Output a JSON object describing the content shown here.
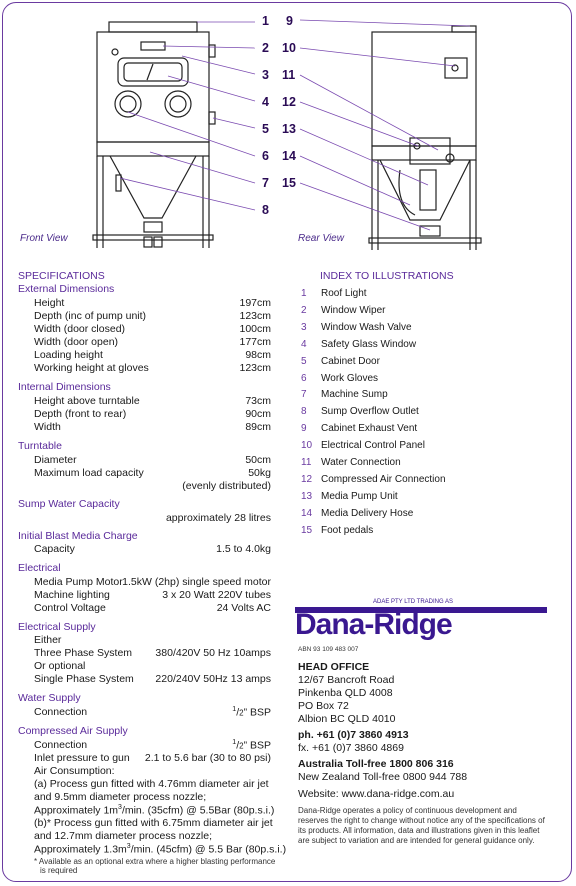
{
  "views": {
    "front": "Front View",
    "rear": "Rear View"
  },
  "front_labels": [
    "1",
    "2",
    "3",
    "4",
    "5",
    "6",
    "7",
    "8"
  ],
  "rear_labels": [
    "9",
    "10",
    "11",
    "12",
    "13",
    "14",
    "15"
  ],
  "specs": {
    "heading": "SPECIFICATIONS",
    "external": {
      "title": "External Dimensions",
      "rows": [
        {
          "k": "Height",
          "v": "197cm"
        },
        {
          "k": "Depth (inc of pump unit)",
          "v": "123cm"
        },
        {
          "k": "Width (door closed)",
          "v": "100cm"
        },
        {
          "k": "Width (door open)",
          "v": "177cm"
        },
        {
          "k": "Loading height",
          "v": "98cm"
        },
        {
          "k": "Working height at gloves",
          "v": "123cm"
        }
      ]
    },
    "internal": {
      "title": "Internal Dimensions",
      "rows": [
        {
          "k": "Height above turntable",
          "v": "73cm"
        },
        {
          "k": "Depth (front to rear)",
          "v": "90cm"
        },
        {
          "k": "Width",
          "v": "89cm"
        }
      ]
    },
    "turntable": {
      "title": "Turntable",
      "rows": [
        {
          "k": "Diameter",
          "v": "50cm"
        },
        {
          "k": "Maximum load capacity",
          "v": "50kg"
        }
      ],
      "note": "(evenly distributed)"
    },
    "sump": {
      "title": "Sump Water Capacity",
      "value": "approximately 28 litres"
    },
    "media": {
      "title": "Initial Blast Media Charge",
      "k": "Capacity",
      "v": "1.5 to 4.0kg"
    },
    "electrical": {
      "title": "Electrical",
      "rows": [
        {
          "k": "Media Pump Motor",
          "v": "1.5kW (2hp) single speed motor"
        },
        {
          "k": "Machine lighting",
          "v": "3 x 20 Watt 220V tubes"
        },
        {
          "k": "Control Voltage",
          "v": "24 Volts AC"
        }
      ]
    },
    "supply": {
      "title": "Electrical Supply",
      "either": "Either",
      "three_k": "Three Phase System",
      "three_v": "380/420V 50 Hz 10amps",
      "or": "Or optional",
      "single_k": "Single Phase System",
      "single_v": "220/240V 50Hz 13 amps"
    },
    "water": {
      "title": "Water Supply",
      "k": "Connection",
      "v": "BSP",
      "frac_num": "1",
      "frac_den": "2"
    },
    "air": {
      "title": "Compressed Air Supply",
      "k": "Connection",
      "v": "BSP",
      "frac_num": "1",
      "frac_den": "2",
      "inlet_k": "Inlet pressure to gun",
      "inlet_v": "2.1 to 5.6 bar (30 to 80 psi)",
      "consumption": "Air Consumption:",
      "a1": "(a) Process gun fitted with 4.76mm diameter air jet",
      "a2": "and 9.5mm diameter process nozzle;",
      "a3_pre": "Approximately 1m",
      "a3_sup": "3",
      "a3_post": "/min. (35cfm) @ 5.5Bar (80p.s.i.)",
      "b1": "(b)* Process gun fitted with 6.75mm diameter air jet",
      "b2": "and 12.7mm diameter process nozzle;",
      "b3_pre": "Approximately 1.3m",
      "b3_sup": "3",
      "b3_post": "/min. (45cfm) @ 5.5 Bar (80p.s.i.)",
      "foot1": "* Available as an optional extra where a higher blasting performance",
      "foot2": "is required"
    }
  },
  "index": {
    "title": "INDEX TO ILLUSTRATIONS",
    "items": [
      "Roof Light",
      "Window Wiper",
      "Window Wash Valve",
      "Safety Glass Window",
      "Cabinet Door",
      "Work Gloves",
      "Machine Sump",
      "Sump Overflow Outlet",
      "Cabinet Exhaust Vent",
      "Electrical Control Panel",
      "Water Connection",
      "Compressed Air Connection",
      "Media Pump Unit",
      "Media Delivery Hose",
      "Foot pedals"
    ]
  },
  "brand": {
    "small": "ADAE PTY LTD TRADING AS",
    "name": "Dana-Ridge",
    "abn": "ABN 93 109 483 007",
    "color": "#3a1890"
  },
  "office": {
    "heading": "HEAD OFFICE",
    "lines": [
      "12/67 Bancroft Road",
      "Pinkenba  QLD 4008",
      "PO Box 72",
      "Albion BC  QLD 4010"
    ],
    "ph": "ph. +61 (0)7 3860 4913",
    "fx": "fx. +61 (0)7 3860 4869",
    "au": "Australia Toll-free 1800 806 316",
    "nz": "New Zealand Toll-free 0800 944 788",
    "web": "Website: www.dana-ridge.com.au",
    "disclaimer": [
      "Dana-Ridge operates a policy of continuous development and",
      "reserves the right to change without notice any of the specifications of",
      "its products. All information, data and illustrations given in this leaflet",
      "are subject to variation and are intended for general guidance only."
    ]
  }
}
